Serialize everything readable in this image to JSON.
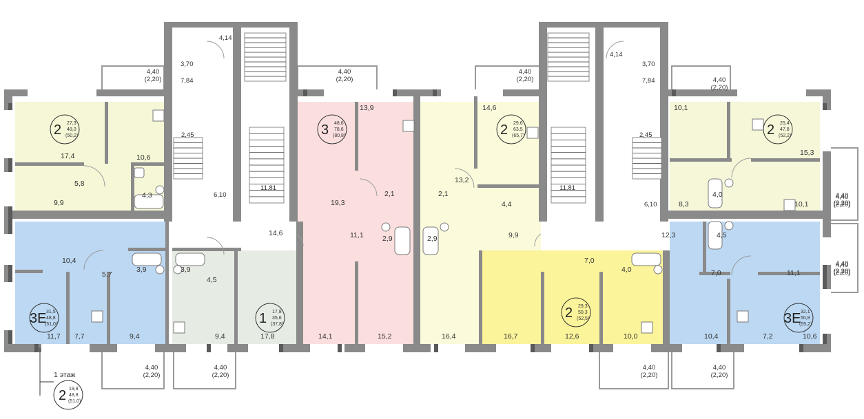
{
  "colors": {
    "apt_2_a": "#f5f7d6",
    "apt_3e_a": "#bcd8f2",
    "apt_1": "#e6ece4",
    "apt_3": "#fbdede",
    "apt_2_b": "#fbfbdc",
    "apt_2_c": "#fbf49a",
    "apt_2_d": "#f6f7d8",
    "apt_3e_b": "#bcd8f2",
    "wall": "#8a8a8a",
    "stair": "#ffffff"
  },
  "room_areas": [
    "17,4",
    "10,6",
    "4,3",
    "9,9",
    "5,8",
    "10,4",
    "5,7",
    "3,9",
    "3,9",
    "4,5",
    "11,7",
    "7,7",
    "9,4",
    "9,4",
    "17,8",
    "13,9",
    "19,3",
    "2,1",
    "11,1",
    "2,9",
    "2,1",
    "2,9",
    "14,1",
    "15,2",
    "14,6",
    "13,2",
    "4,4",
    "9,9",
    "16,4",
    "16,7",
    "12,6",
    "10,0",
    "7,0",
    "4,0",
    "10,1",
    "15,3",
    "8,3",
    "4,0",
    "10,1",
    "12,3",
    "4,5",
    "7,0",
    "11,1",
    "10,4",
    "7,2",
    "10,6",
    "14,6"
  ],
  "corridor_dims": [
    "4,14",
    "3,70",
    "7,84",
    "2,45",
    "11,81",
    "6,10",
    "4,14",
    "3,70",
    "7,84",
    "2,45",
    "11,81",
    "6,10"
  ],
  "balconies": [
    {
      "main": "4,40",
      "sub": "(2,20)"
    },
    {
      "main": "4,40",
      "sub": "(2,20)"
    },
    {
      "main": "4,40",
      "sub": "(2,20)"
    },
    {
      "main": "4,40",
      "sub": "(2,20)"
    },
    {
      "main": "4,40",
      "sub": "(2,20)"
    },
    {
      "main": "4,40",
      "sub": "(2,20)"
    },
    {
      "main": "4,40",
      "sub": "(2,20)"
    },
    {
      "main": "4,40",
      "sub": "(2,20)"
    },
    {
      "main": "4,40",
      "sub": "(2,20)"
    },
    {
      "main": "4,40",
      "sub": "(2,20)"
    },
    {
      "main": "4,40",
      "sub": "(2,20)"
    },
    {
      "main": "4,40",
      "sub": "(2,20)"
    }
  ],
  "apartments": [
    {
      "rooms": "2",
      "a": "27,3",
      "b": "48,0",
      "c": "(50,2)"
    },
    {
      "rooms": "3",
      "a": "48,6",
      "b": "78,6",
      "c": "(80,8)"
    },
    {
      "rooms": "2",
      "a": "29,6",
      "b": "63,5",
      "c": "(65,7)"
    },
    {
      "rooms": "2",
      "a": "25,4",
      "b": "47,8",
      "c": "(52,2)"
    },
    {
      "rooms": "3Е",
      "a": "31,5",
      "b": "48,8",
      "c": "(51,0)"
    },
    {
      "rooms": "1",
      "a": "17,8",
      "b": "35,6",
      "c": "(37,8)"
    },
    {
      "rooms": "2",
      "a": "29,3",
      "b": "50,3",
      "c": "(52,5)"
    },
    {
      "rooms": "3Е",
      "a": "32,1",
      "b": "50,8",
      "c": "(55,2)"
    }
  ],
  "first_floor": {
    "label": "1 этаж",
    "rooms": "2",
    "a": "19,8",
    "b": "48,8",
    "c": "(51,0)"
  }
}
